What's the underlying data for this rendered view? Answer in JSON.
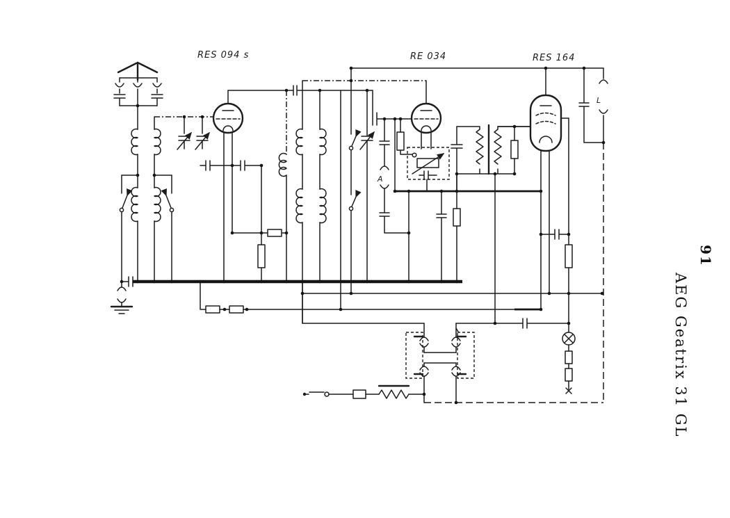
{
  "page": {
    "number": "91",
    "side_title": "AEG Geatrix 31 GL"
  },
  "schematic": {
    "tubes": [
      {
        "id": "tube1",
        "label": "RES 094 s"
      },
      {
        "id": "tube2",
        "label": "RE 034"
      },
      {
        "id": "tube3",
        "label": "RES 164"
      }
    ],
    "jacks": {
      "pickup_label": "A",
      "speaker_label": "L"
    },
    "colors": {
      "ink": "#1c1c1c",
      "paper": "#ffffff"
    }
  }
}
